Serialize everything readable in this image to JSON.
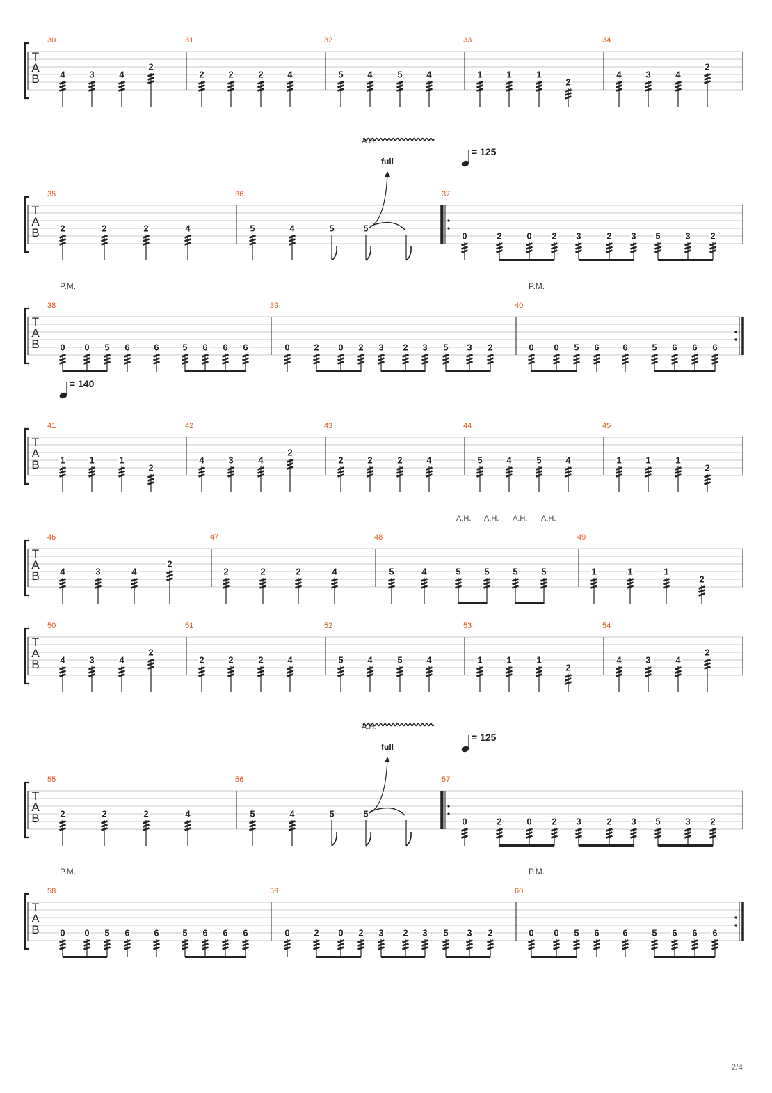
{
  "page_number": "2/4",
  "tab_letters": [
    "T",
    "A",
    "B"
  ],
  "colors": {
    "measure_number": "#e2541c",
    "staff_line": "#c8c8c8",
    "ink": "#222222",
    "annotation": "#444444"
  },
  "systems": [
    {
      "measures": [
        {
          "number": "30",
          "beams": [],
          "notes": [
            {
              "fret": "4",
              "string": 4
            },
            {
              "fret": "3",
              "string": 4
            },
            {
              "fret": "4",
              "string": 4
            },
            {
              "fret": "2",
              "string": 3
            }
          ]
        },
        {
          "number": "31",
          "beams": [],
          "notes": [
            {
              "fret": "2",
              "string": 4
            },
            {
              "fret": "2",
              "string": 4
            },
            {
              "fret": "2",
              "string": 4
            },
            {
              "fret": "4",
              "string": 4
            }
          ]
        },
        {
          "number": "32",
          "beams": [],
          "notes": [
            {
              "fret": "5",
              "string": 4
            },
            {
              "fret": "4",
              "string": 4
            },
            {
              "fret": "5",
              "string": 4
            },
            {
              "fret": "4",
              "string": 4
            }
          ]
        },
        {
          "number": "33",
          "beams": [],
          "notes": [
            {
              "fret": "1",
              "string": 4
            },
            {
              "fret": "1",
              "string": 4
            },
            {
              "fret": "1",
              "string": 4
            },
            {
              "fret": "2",
              "string": 5
            }
          ]
        },
        {
          "number": "34",
          "beams": [],
          "notes": [
            {
              "fret": "4",
              "string": 4
            },
            {
              "fret": "3",
              "string": 4
            },
            {
              "fret": "4",
              "string": 4
            },
            {
              "fret": "2",
              "string": 3
            }
          ]
        }
      ]
    },
    {
      "tempo": "= 125",
      "annotations": [
        "A.H."
      ],
      "bend_label": "full",
      "measures": [
        {
          "number": "35",
          "beams": [],
          "notes": [
            {
              "fret": "2",
              "string": 4
            },
            {
              "fret": "2",
              "string": 4
            },
            {
              "fret": "2",
              "string": 4
            },
            {
              "fret": "4",
              "string": 4
            }
          ]
        },
        {
          "number": "36",
          "beams": [],
          "notes": [
            {
              "fret": "5",
              "string": 4
            },
            {
              "fret": "4",
              "string": 4
            },
            {
              "fret": "5",
              "string": 4
            },
            {
              "fret": "5",
              "string": 4
            }
          ]
        },
        {
          "number": "37",
          "repeat_start": true,
          "beams": [
            [
              1,
              3
            ],
            [
              4,
              6
            ],
            [
              7,
              9
            ]
          ],
          "notes": [
            {
              "fret": "0",
              "string": 5
            },
            {
              "fret": "2",
              "string": 5
            },
            {
              "fret": "0",
              "string": 5
            },
            {
              "fret": "2",
              "string": 5
            },
            {
              "fret": "3",
              "string": 5
            },
            {
              "fret": "2",
              "string": 5
            },
            {
              "fret": "3",
              "string": 5
            },
            {
              "fret": "5",
              "string": 5
            },
            {
              "fret": "3",
              "string": 5
            },
            {
              "fret": "2",
              "string": 5
            }
          ]
        }
      ]
    },
    {
      "annotations": [
        "P.M.",
        "P.M."
      ],
      "measures": [
        {
          "number": "38",
          "beams": [
            [
              0,
              2
            ],
            [
              5,
              8
            ]
          ],
          "notes": [
            {
              "fret": "0",
              "string": 5
            },
            {
              "fret": "0",
              "string": 5
            },
            {
              "fret": "5",
              "string": 5
            },
            {
              "fret": "6",
              "string": 5
            },
            {
              "fret": "6",
              "string": 5
            },
            {
              "fret": "5",
              "string": 5
            },
            {
              "fret": "6",
              "string": 5
            },
            {
              "fret": "6",
              "string": 5
            },
            {
              "fret": "6",
              "string": 5
            }
          ]
        },
        {
          "number": "39",
          "beams": [
            [
              1,
              3
            ],
            [
              4,
              6
            ],
            [
              7,
              9
            ]
          ],
          "notes": [
            {
              "fret": "0",
              "string": 5
            },
            {
              "fret": "2",
              "string": 5
            },
            {
              "fret": "0",
              "string": 5
            },
            {
              "fret": "2",
              "string": 5
            },
            {
              "fret": "3",
              "string": 5
            },
            {
              "fret": "2",
              "string": 5
            },
            {
              "fret": "3",
              "string": 5
            },
            {
              "fret": "5",
              "string": 5
            },
            {
              "fret": "3",
              "string": 5
            },
            {
              "fret": "2",
              "string": 5
            }
          ]
        },
        {
          "number": "40",
          "repeat_end": true,
          "beams": [
            [
              0,
              2
            ],
            [
              5,
              8
            ]
          ],
          "notes": [
            {
              "fret": "0",
              "string": 5
            },
            {
              "fret": "0",
              "string": 5
            },
            {
              "fret": "5",
              "string": 5
            },
            {
              "fret": "6",
              "string": 5
            },
            {
              "fret": "6",
              "string": 5
            },
            {
              "fret": "5",
              "string": 5
            },
            {
              "fret": "6",
              "string": 5
            },
            {
              "fret": "6",
              "string": 5
            },
            {
              "fret": "6",
              "string": 5
            }
          ]
        }
      ]
    },
    {
      "tempo": "= 140",
      "measures": [
        {
          "number": "41",
          "beams": [],
          "notes": [
            {
              "fret": "1",
              "string": 4
            },
            {
              "fret": "1",
              "string": 4
            },
            {
              "fret": "1",
              "string": 4
            },
            {
              "fret": "2",
              "string": 5
            }
          ]
        },
        {
          "number": "42",
          "beams": [],
          "notes": [
            {
              "fret": "4",
              "string": 4
            },
            {
              "fret": "3",
              "string": 4
            },
            {
              "fret": "4",
              "string": 4
            },
            {
              "fret": "2",
              "string": 3
            }
          ]
        },
        {
          "number": "43",
          "beams": [],
          "notes": [
            {
              "fret": "2",
              "string": 4
            },
            {
              "fret": "2",
              "string": 4
            },
            {
              "fret": "2",
              "string": 4
            },
            {
              "fret": "4",
              "string": 4
            }
          ]
        },
        {
          "number": "44",
          "beams": [],
          "notes": [
            {
              "fret": "5",
              "string": 4
            },
            {
              "fret": "4",
              "string": 4
            },
            {
              "fret": "5",
              "string": 4
            },
            {
              "fret": "4",
              "string": 4
            }
          ]
        },
        {
          "number": "45",
          "beams": [],
          "notes": [
            {
              "fret": "1",
              "string": 4
            },
            {
              "fret": "1",
              "string": 4
            },
            {
              "fret": "1",
              "string": 4
            },
            {
              "fret": "2",
              "string": 5
            }
          ]
        }
      ]
    },
    {
      "annotations": [
        "A.H.",
        "A.H.",
        "A.H.",
        "A.H."
      ],
      "measures": [
        {
          "number": "46",
          "beams": [],
          "notes": [
            {
              "fret": "4",
              "string": 4
            },
            {
              "fret": "3",
              "string": 4
            },
            {
              "fret": "4",
              "string": 4
            },
            {
              "fret": "2",
              "string": 3
            }
          ]
        },
        {
          "number": "47",
          "beams": [],
          "notes": [
            {
              "fret": "2",
              "string": 4
            },
            {
              "fret": "2",
              "string": 4
            },
            {
              "fret": "2",
              "string": 4
            },
            {
              "fret": "4",
              "string": 4
            }
          ]
        },
        {
          "number": "48",
          "beams": [
            [
              2,
              3
            ],
            [
              4,
              5
            ]
          ],
          "notes": [
            {
              "fret": "5",
              "string": 4
            },
            {
              "fret": "4",
              "string": 4
            },
            {
              "fret": "5",
              "string": 4
            },
            {
              "fret": "5",
              "string": 4
            },
            {
              "fret": "5",
              "string": 4
            },
            {
              "fret": "5",
              "string": 4
            }
          ]
        },
        {
          "number": "49",
          "beams": [],
          "notes": [
            {
              "fret": "1",
              "string": 4
            },
            {
              "fret": "1",
              "string": 4
            },
            {
              "fret": "1",
              "string": 4
            },
            {
              "fret": "2",
              "string": 5
            }
          ]
        }
      ]
    },
    {
      "measures": [
        {
          "number": "50",
          "beams": [],
          "notes": [
            {
              "fret": "4",
              "string": 4
            },
            {
              "fret": "3",
              "string": 4
            },
            {
              "fret": "4",
              "string": 4
            },
            {
              "fret": "2",
              "string": 3
            }
          ]
        },
        {
          "number": "51",
          "beams": [],
          "notes": [
            {
              "fret": "2",
              "string": 4
            },
            {
              "fret": "2",
              "string": 4
            },
            {
              "fret": "2",
              "string": 4
            },
            {
              "fret": "4",
              "string": 4
            }
          ]
        },
        {
          "number": "52",
          "beams": [],
          "notes": [
            {
              "fret": "5",
              "string": 4
            },
            {
              "fret": "4",
              "string": 4
            },
            {
              "fret": "5",
              "string": 4
            },
            {
              "fret": "4",
              "string": 4
            }
          ]
        },
        {
          "number": "53",
          "beams": [],
          "notes": [
            {
              "fret": "1",
              "string": 4
            },
            {
              "fret": "1",
              "string": 4
            },
            {
              "fret": "1",
              "string": 4
            },
            {
              "fret": "2",
              "string": 5
            }
          ]
        },
        {
          "number": "54",
          "beams": [],
          "notes": [
            {
              "fret": "4",
              "string": 4
            },
            {
              "fret": "3",
              "string": 4
            },
            {
              "fret": "4",
              "string": 4
            },
            {
              "fret": "2",
              "string": 3
            }
          ]
        }
      ]
    },
    {
      "tempo": "= 125",
      "annotations": [
        "A.H."
      ],
      "bend_label": "full",
      "measures": [
        {
          "number": "55",
          "beams": [],
          "notes": [
            {
              "fret": "2",
              "string": 4
            },
            {
              "fret": "2",
              "string": 4
            },
            {
              "fret": "2",
              "string": 4
            },
            {
              "fret": "4",
              "string": 4
            }
          ]
        },
        {
          "number": "56",
          "beams": [],
          "notes": [
            {
              "fret": "5",
              "string": 4
            },
            {
              "fret": "4",
              "string": 4
            },
            {
              "fret": "5",
              "string": 4
            },
            {
              "fret": "5",
              "string": 4
            }
          ]
        },
        {
          "number": "57",
          "repeat_start": true,
          "beams": [
            [
              1,
              3
            ],
            [
              4,
              6
            ],
            [
              7,
              9
            ]
          ],
          "notes": [
            {
              "fret": "0",
              "string": 5
            },
            {
              "fret": "2",
              "string": 5
            },
            {
              "fret": "0",
              "string": 5
            },
            {
              "fret": "2",
              "string": 5
            },
            {
              "fret": "3",
              "string": 5
            },
            {
              "fret": "2",
              "string": 5
            },
            {
              "fret": "3",
              "string": 5
            },
            {
              "fret": "5",
              "string": 5
            },
            {
              "fret": "3",
              "string": 5
            },
            {
              "fret": "2",
              "string": 5
            }
          ]
        }
      ]
    },
    {
      "annotations": [
        "P.M.",
        "P.M."
      ],
      "measures": [
        {
          "number": "58",
          "beams": [
            [
              0,
              2
            ],
            [
              5,
              8
            ]
          ],
          "notes": [
            {
              "fret": "0",
              "string": 5
            },
            {
              "fret": "0",
              "string": 5
            },
            {
              "fret": "5",
              "string": 5
            },
            {
              "fret": "6",
              "string": 5
            },
            {
              "fret": "6",
              "string": 5
            },
            {
              "fret": "5",
              "string": 5
            },
            {
              "fret": "6",
              "string": 5
            },
            {
              "fret": "6",
              "string": 5
            },
            {
              "fret": "6",
              "string": 5
            }
          ]
        },
        {
          "number": "59",
          "beams": [
            [
              1,
              3
            ],
            [
              4,
              6
            ],
            [
              7,
              9
            ]
          ],
          "notes": [
            {
              "fret": "0",
              "string": 5
            },
            {
              "fret": "2",
              "string": 5
            },
            {
              "fret": "0",
              "string": 5
            },
            {
              "fret": "2",
              "string": 5
            },
            {
              "fret": "3",
              "string": 5
            },
            {
              "fret": "2",
              "string": 5
            },
            {
              "fret": "3",
              "string": 5
            },
            {
              "fret": "5",
              "string": 5
            },
            {
              "fret": "3",
              "string": 5
            },
            {
              "fret": "2",
              "string": 5
            }
          ]
        },
        {
          "number": "60",
          "repeat_end": true,
          "beams": [
            [
              0,
              2
            ],
            [
              5,
              8
            ]
          ],
          "notes": [
            {
              "fret": "0",
              "string": 5
            },
            {
              "fret": "0",
              "string": 5
            },
            {
              "fret": "5",
              "string": 5
            },
            {
              "fret": "6",
              "string": 5
            },
            {
              "fret": "6",
              "string": 5
            },
            {
              "fret": "5",
              "string": 5
            },
            {
              "fret": "6",
              "string": 5
            },
            {
              "fret": "6",
              "string": 5
            },
            {
              "fret": "6",
              "string": 5
            }
          ]
        }
      ]
    }
  ]
}
